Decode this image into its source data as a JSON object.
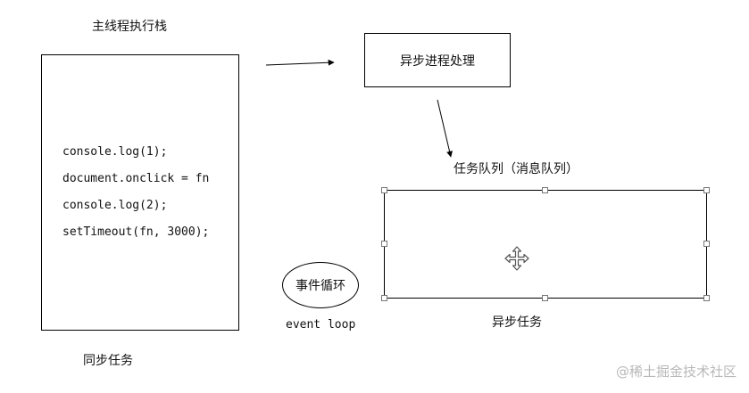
{
  "diagram": {
    "stack_title": "主线程执行栈",
    "stack_caption": "同步任务",
    "code_lines": [
      "console.log(1);",
      "document.onclick = fn",
      "console.log(2);",
      "setTimeout(fn, 3000);"
    ],
    "async_box_label": "异步进程处理",
    "queue_title": "任务队列（消息队列）",
    "queue_caption": "异步任务",
    "loop_label": "事件循环",
    "loop_caption": "event loop"
  },
  "watermark": "@稀土掘金技术社区"
}
